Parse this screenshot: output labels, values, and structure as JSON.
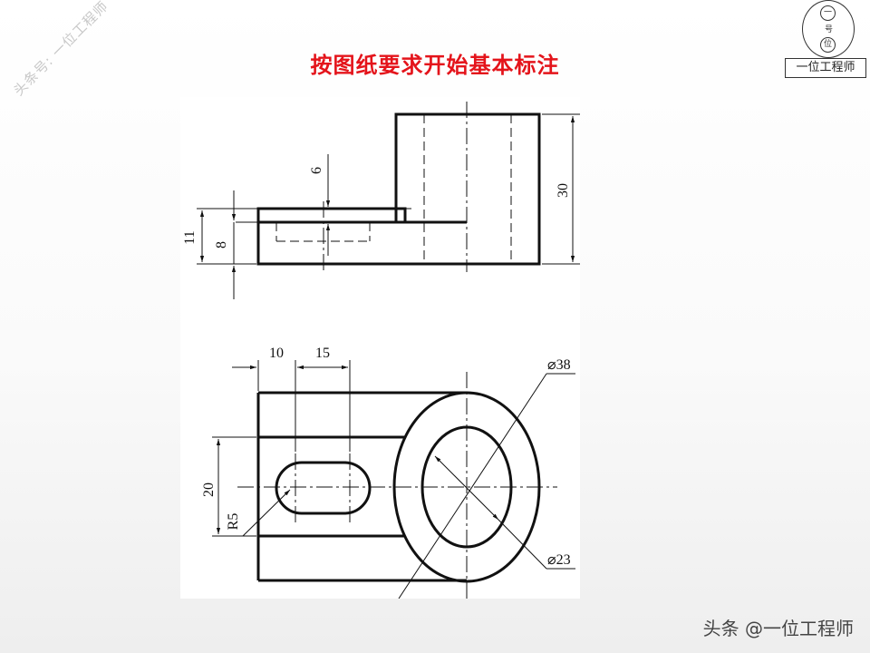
{
  "slide": {
    "title": "按图纸要求开始基本标注",
    "watermark": "头条号: 一位工程师",
    "footer": "头条 @一位工程师",
    "title_color": "#e4141b"
  },
  "logo": {
    "chars": [
      "一",
      "号",
      "位"
    ],
    "caption": "一位工程师"
  },
  "dimensions": {
    "front": {
      "dim_6": "6",
      "dim_30": "30",
      "dim_11": "11",
      "dim_8": "8"
    },
    "top": {
      "dim_10": "10",
      "dim_15": "15",
      "dim_20": "20",
      "dim_r5": "R5",
      "dim_d38": "⌀38",
      "dim_d23": "⌀23"
    }
  }
}
